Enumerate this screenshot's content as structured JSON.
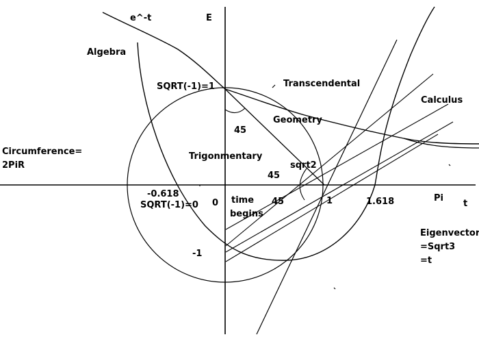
{
  "labels": {
    "e_to_minus_t": "e^-t",
    "e_axis": "E",
    "algebra": "Algebra",
    "sqrt_minus_one_equals_one": "SQRT(-1)=1",
    "transcendental": "Transcendental",
    "calculus": "Calculus",
    "geometry": "Geometry",
    "angle_top": "45",
    "circumference_line1": "Circumference=",
    "circumference_line2": "2PiR",
    "trigonometry": "Trigonmentary",
    "sqrt2": "sqrt2",
    "angle_right": "45",
    "neg_golden": "-0.618",
    "sqrt_minus_one_equals_zero": "SQRT(-1)=0",
    "origin_zero": "0",
    "time_begins_line1": "time",
    "time_begins_line2": "begins",
    "angle_bottom": "45",
    "one": "1",
    "golden": "1.618",
    "pi": "Pi",
    "t_axis": "t",
    "eigen_line1": "Eigenvector",
    "eigen_line2": "=Sqrt3",
    "eigen_line3": "=t",
    "neg_one": "-1"
  }
}
